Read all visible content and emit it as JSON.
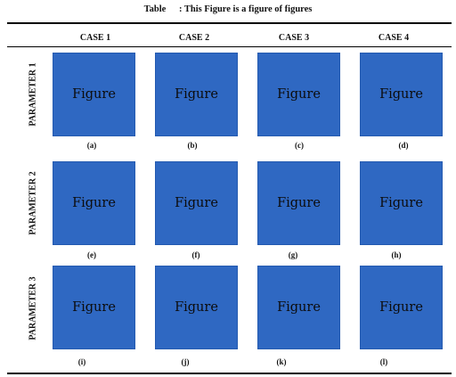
{
  "caption": {
    "label": "Table",
    "text": ": This Figure is a figure of figures"
  },
  "columns": [
    "CASE 1",
    "CASE 2",
    "CASE 3",
    "CASE 4"
  ],
  "rows": [
    {
      "label": "PARAMETER 1",
      "cells": [
        {
          "figure": "Figure",
          "sub": "(a)"
        },
        {
          "figure": "Figure",
          "sub": "(b)"
        },
        {
          "figure": "Figure",
          "sub": "(c)"
        },
        {
          "figure": "Figure",
          "sub": "(d)"
        }
      ]
    },
    {
      "label": "PARAMETER 2",
      "cells": [
        {
          "figure": "Figure",
          "sub": "(e)"
        },
        {
          "figure": "Figure",
          "sub": "(f)"
        },
        {
          "figure": "Figure",
          "sub": "(g)"
        },
        {
          "figure": "Figure",
          "sub": "(h)"
        }
      ]
    },
    {
      "label": "PARAMETER 3",
      "cells": [
        {
          "figure": "Figure",
          "sub": "(i)"
        },
        {
          "figure": "Figure",
          "sub": "(j)"
        },
        {
          "figure": "Figure",
          "sub": "(k)"
        },
        {
          "figure": "Figure",
          "sub": "(l)"
        }
      ]
    }
  ],
  "colors": {
    "figure_fill": "#2f68c2",
    "rule": "#000000"
  }
}
